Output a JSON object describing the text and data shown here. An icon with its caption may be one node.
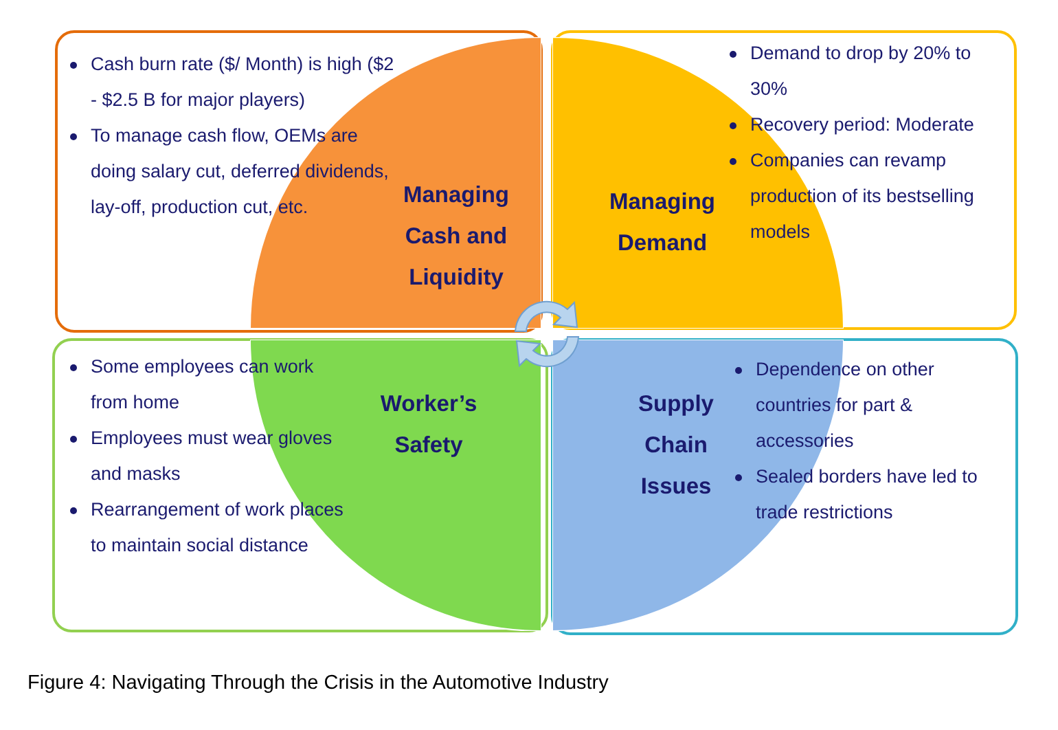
{
  "diagram": {
    "caption": "Figure 4: Navigating Through the Crisis in the Automotive Industry",
    "nodes": [
      {
        "text": [
          "Cash burn rate ($/ Month) is high ($2 - $2.5 B for major players)",
          "To manage cash flow, OEMs are doing salary cut, deferred dividends, lay-off, production cut, etc."
        ]
      },
      {
        "text": [
          "Demand to drop by 20% to 30%",
          "Recovery period: Moderate",
          "Companies can revamp production of its bestselling models"
        ]
      },
      {
        "text": [
          "Some employees can work from home",
          "Employees must wear gloves and masks",
          "Rearrangement of work places to maintain social distance"
        ]
      },
      {
        "text": [
          "Dependence on other countries for part & accessories",
          "Sealed borders have led to trade restrictions"
        ]
      },
      {
        "text": [
          "Managing Cash and Liquidity"
        ],
        "in": 0
      },
      {
        "text": [
          "Managing Demand"
        ],
        "in": 1
      },
      {
        "text": [
          "Worker’s Safety"
        ],
        "in": 2
      },
      {
        "text": [
          "Supply Chain Issues"
        ],
        "in": 3
      }
    ],
    "edges": []
  }
}
